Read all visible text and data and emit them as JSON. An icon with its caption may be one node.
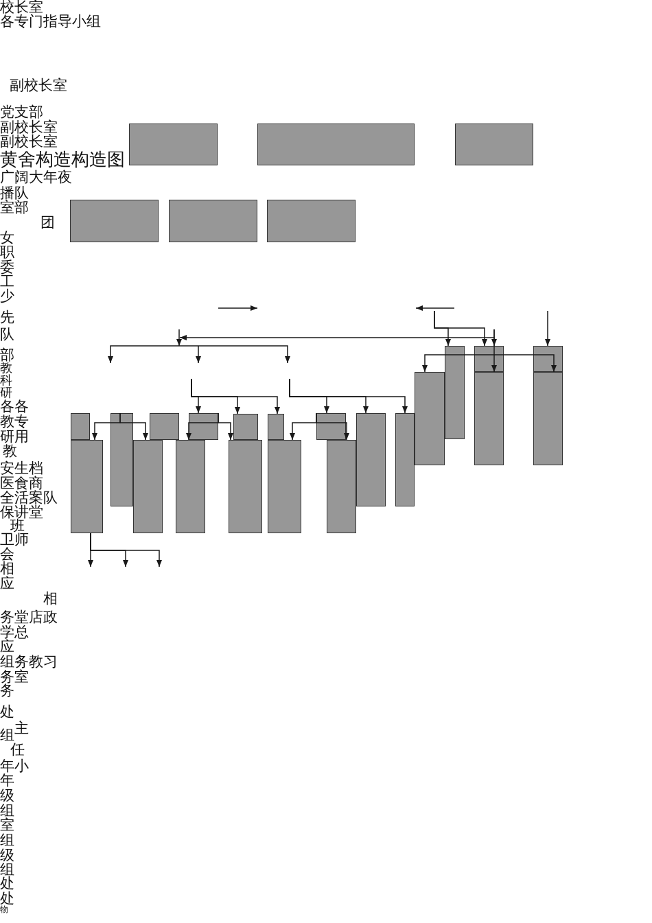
{
  "diagram": {
    "title": "黄舍构造构造图",
    "nodes": [
      {
        "text": [],
        "shape": "box"
      },
      {
        "text": [],
        "shape": "box"
      },
      {
        "text": [],
        "shape": "box"
      },
      {
        "text": [],
        "shape": "box"
      },
      {
        "text": [],
        "shape": "box"
      },
      {
        "text": [],
        "shape": "box"
      },
      {
        "text": [],
        "shape": "box"
      },
      {
        "text": [],
        "shape": "box"
      },
      {
        "text": [],
        "shape": "box"
      },
      {
        "text": [],
        "shape": "box"
      },
      {
        "text": [],
        "shape": "box"
      },
      {
        "text": [],
        "shape": "box"
      },
      {
        "text": [],
        "shape": "box"
      },
      {
        "text": [],
        "shape": "box"
      },
      {
        "text": [],
        "shape": "box"
      },
      {
        "text": [],
        "shape": "box"
      },
      {
        "text": [],
        "shape": "box"
      },
      {
        "text": [],
        "shape": "box"
      },
      {
        "text": [],
        "shape": "box"
      },
      {
        "text": [],
        "shape": "box"
      },
      {
        "text": [],
        "shape": "box"
      },
      {
        "text": [],
        "shape": "box"
      },
      {
        "text": [],
        "shape": "box"
      },
      {
        "text": [],
        "shape": "box"
      },
      {
        "text": [],
        "shape": "box"
      },
      {
        "text": [],
        "shape": "box"
      },
      {
        "text": [],
        "shape": "box"
      }
    ],
    "edges": [
      {
        "from": null,
        "to": 21,
        "arrow": "to"
      },
      {
        "from": null,
        "to": 23,
        "arrow": "to"
      },
      {
        "from": null,
        "to": 25,
        "arrow": "to"
      },
      {
        "from": null,
        "to": 23,
        "arrow": "to"
      },
      {
        "from": null,
        "to": 24,
        "arrow": "to"
      },
      {
        "from": null,
        "to": 9,
        "arrow": "to"
      },
      {
        "from": null,
        "to": 10,
        "arrow": "to"
      },
      {
        "from": null,
        "to": 11,
        "arrow": "to"
      },
      {
        "from": null,
        "to": 12,
        "arrow": "to"
      },
      {
        "from": null,
        "to": 13,
        "arrow": "to"
      },
      {
        "from": null,
        "to": 14,
        "arrow": "to"
      },
      {
        "from": 7,
        "to": 15,
        "arrow": "to"
      },
      {
        "from": 7,
        "to": 16,
        "arrow": "to"
      },
      {
        "from": 9,
        "to": 17,
        "arrow": "to"
      },
      {
        "from": 9,
        "to": 18,
        "arrow": "to"
      },
      {
        "from": 12,
        "to": 19,
        "arrow": "to"
      },
      {
        "from": 12,
        "to": 20,
        "arrow": "to"
      },
      {
        "from": null,
        "to": 22,
        "arrow": "to"
      },
      {
        "from": null,
        "to": 26,
        "arrow": "to"
      },
      {
        "from": 15,
        "to": null,
        "arrow": "to"
      },
      {
        "from": 15,
        "to": null,
        "arrow": "to"
      },
      {
        "from": 15,
        "to": null,
        "arrow": "to"
      }
    ],
    "labels": [
      "校长室",
      "各专门指导小组",
      "副校长室",
      "党支部",
      "副校长室",
      "副校长室",
      "广阔大年夜",
      "播队",
      "室部",
      "团",
      "女",
      "职",
      "委",
      "工",
      "少",
      "先",
      "队",
      "部",
      "教",
      "科",
      "研",
      "各各",
      "教专",
      "研用",
      "教",
      "安生档",
      "医食商",
      "全活案队",
      "保讲堂",
      "班",
      "卫师",
      "会",
      "相",
      "应",
      "相",
      "务堂店政",
      "学总",
      "应",
      "组务教习",
      "务室",
      "务",
      "处",
      "主",
      "组",
      "任",
      "年小",
      "年",
      "级",
      "组",
      "室",
      "组",
      "级",
      "组",
      "处",
      "处",
      "物"
    ]
  }
}
